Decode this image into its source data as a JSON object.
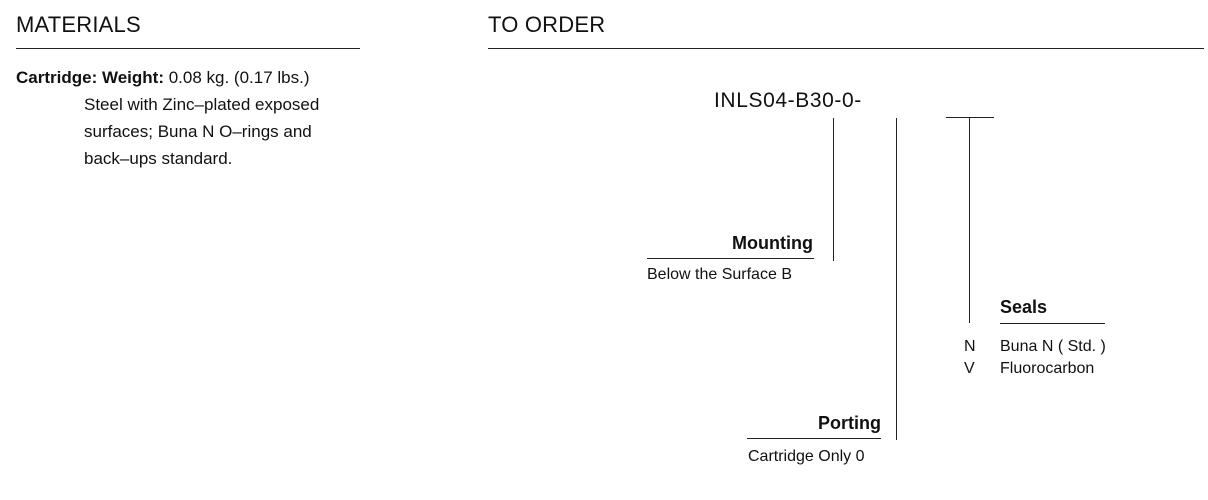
{
  "materials": {
    "heading": "MATERIALS",
    "lead_label": "Cartridge:",
    "weight_label": "Weight:",
    "weight_value": "0.08 kg. (0.17 lbs.)",
    "description_lines": [
      "Steel with Zinc–plated exposed",
      "surfaces; Buna N O–rings and",
      "back–ups standard."
    ]
  },
  "order": {
    "heading": "TO ORDER",
    "model_code": "INLS04-B30-0-",
    "mounting": {
      "title": "Mounting",
      "option_text": "Below the Surface",
      "option_code": "B"
    },
    "porting": {
      "title": "Porting",
      "option_text": "Cartridge Only",
      "option_code": "0"
    },
    "seals": {
      "title": "Seals",
      "options": [
        {
          "code": "N",
          "text": "Buna N ( Std. )"
        },
        {
          "code": "V",
          "text": "Fluorocarbon"
        }
      ]
    }
  }
}
